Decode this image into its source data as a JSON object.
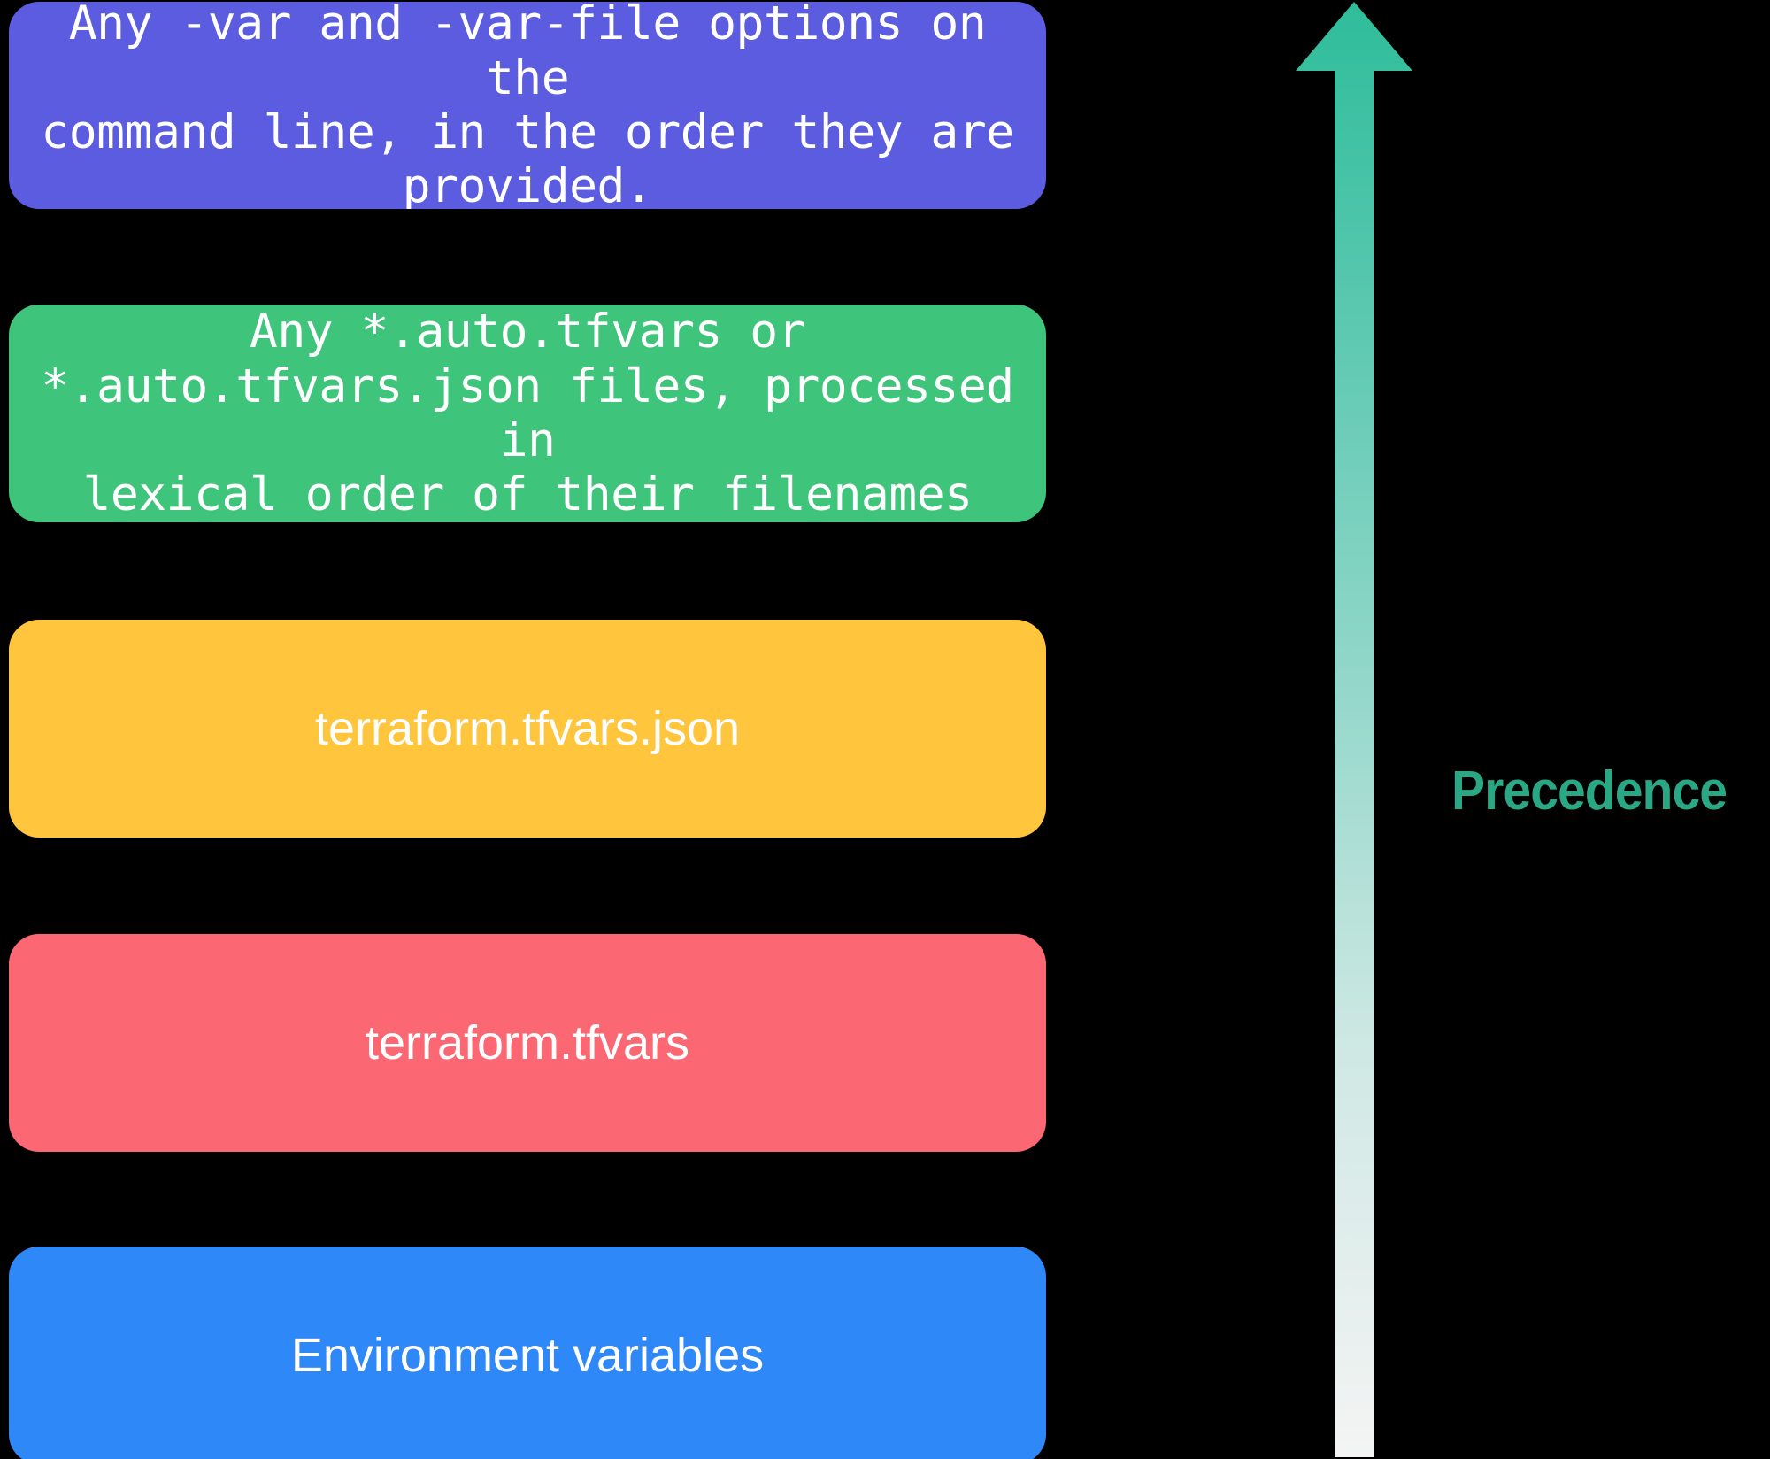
{
  "diagram": {
    "title": "Terraform variable definition precedence",
    "background_color": "#000000",
    "boxes": [
      {
        "id": "cli-options",
        "label": "Any  -var and -var-file options on the\ncommand line, in the order they are provided.",
        "color": "#5c5ce0",
        "rank": 5,
        "style": "mono"
      },
      {
        "id": "auto-tfvars",
        "label": "Any *.auto.tfvars or\n*.auto.tfvars.json files, processed in\nlexical order of their filenames",
        "color": "#3fc47b",
        "rank": 4,
        "style": "mono"
      },
      {
        "id": "terraform-tfvars-json",
        "label": "terraform.tfvars.json",
        "color": "#ffc53d",
        "rank": 3,
        "style": "sans"
      },
      {
        "id": "terraform-tfvars",
        "label": "terraform.tfvars",
        "color": "#fb6873",
        "rank": 2,
        "style": "sans"
      },
      {
        "id": "environment-variables",
        "label": "Environment variables",
        "color": "#2f88f7",
        "rank": 1,
        "style": "sans"
      }
    ],
    "arrow": {
      "name": "precedence-arrow",
      "direction": "up",
      "gradient_top_color": "#2ebd9a",
      "gradient_bottom_color": "#f2f2f2"
    },
    "label": {
      "text": "Precedence",
      "color": "#2aa885"
    }
  }
}
